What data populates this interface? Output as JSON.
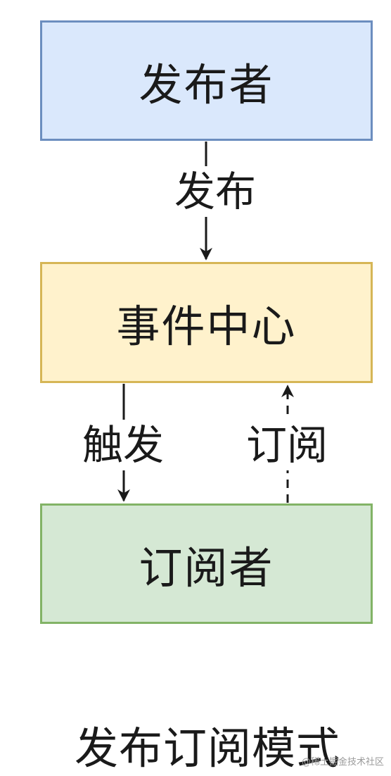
{
  "diagram": {
    "nodes": {
      "publisher": "发布者",
      "event_center": "事件中心",
      "subscriber": "订阅者"
    },
    "edges": [
      {
        "from": "publisher",
        "to": "event_center",
        "label": "发布",
        "style": "solid"
      },
      {
        "from": "event_center",
        "to": "subscriber",
        "label": "触发",
        "style": "solid"
      },
      {
        "from": "subscriber",
        "to": "event_center",
        "label": "订阅",
        "style": "dashed"
      }
    ],
    "caption": "发布订阅模式"
  },
  "watermark": "@稀土掘金技术社区",
  "colors": {
    "publisher_fill": "#dae8fc",
    "publisher_stroke": "#6c8ebf",
    "event_center_fill": "#fff2cc",
    "event_center_stroke": "#d6b656",
    "subscriber_fill": "#d5e8d4",
    "subscriber_stroke": "#82b366",
    "line": "#1a1a1a"
  }
}
